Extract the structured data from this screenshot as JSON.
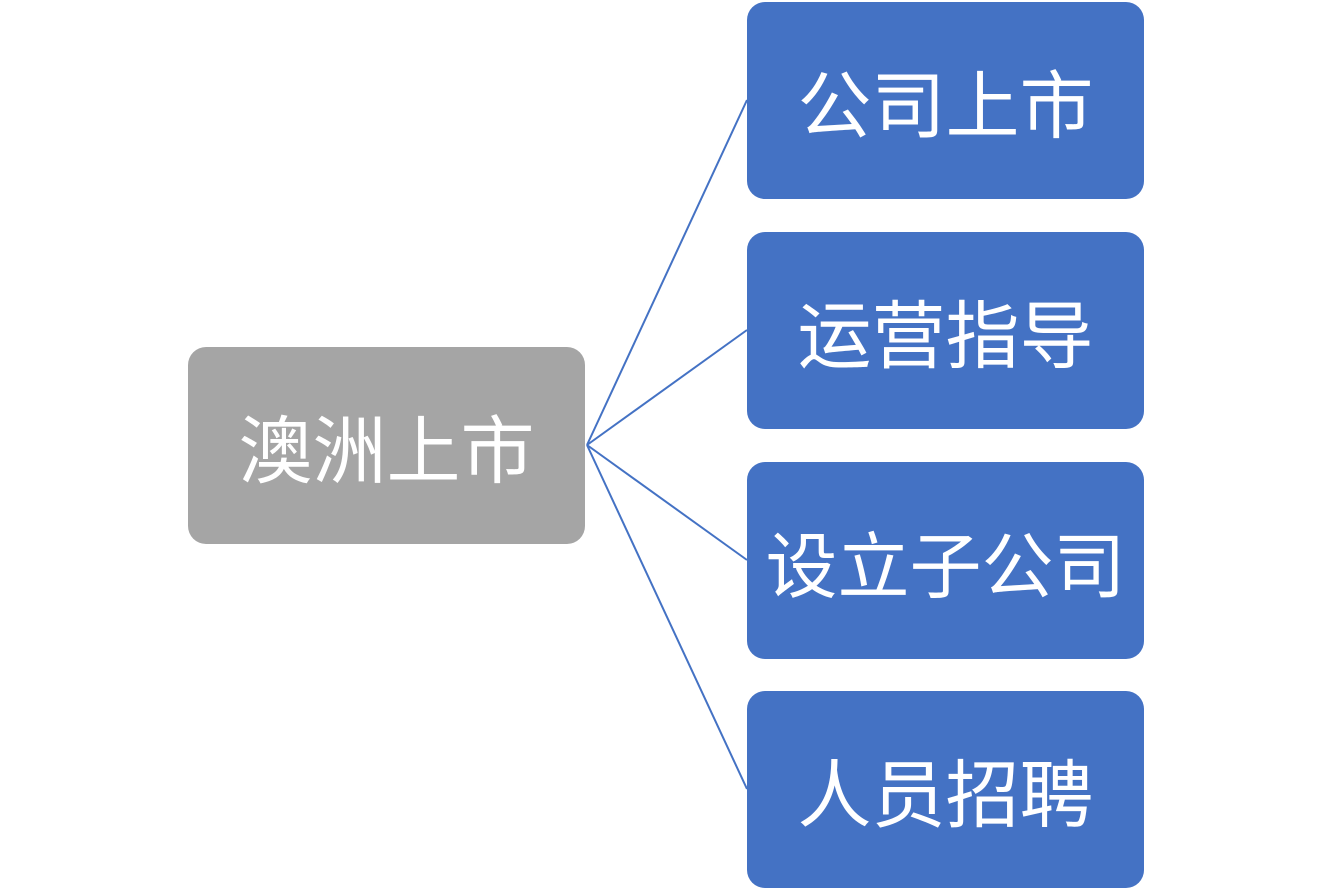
{
  "diagram": {
    "root": {
      "label": "澳洲上市",
      "color": "#a5a5a5"
    },
    "children": [
      {
        "label": "公司上市"
      },
      {
        "label": "运营指导"
      },
      {
        "label": "设立子公司"
      },
      {
        "label": "人员招聘"
      }
    ],
    "child_color": "#4472c4",
    "connector_color": "#4472c4"
  }
}
